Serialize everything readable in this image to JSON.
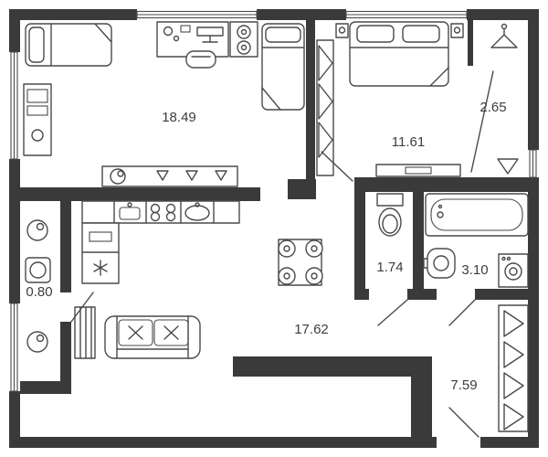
{
  "plan": {
    "type": "apartment-floor-plan",
    "units": "m2"
  },
  "colors": {
    "wall": "#3a3a3a",
    "line": "#4a4a4a",
    "background": "#ffffff",
    "label": "#3d3d3d"
  },
  "rooms": [
    {
      "name": "living-room-kitchen",
      "area": "18.49"
    },
    {
      "name": "bedroom",
      "area": "11.61"
    },
    {
      "name": "wardrobe-closet",
      "area": "2.65"
    },
    {
      "name": "wc",
      "area": "1.74"
    },
    {
      "name": "bathroom",
      "area": "3.10"
    },
    {
      "name": "balcony",
      "area": "0.80"
    },
    {
      "name": "living-dining-area",
      "area": "17.62"
    },
    {
      "name": "hallway",
      "area": "7.59"
    }
  ]
}
